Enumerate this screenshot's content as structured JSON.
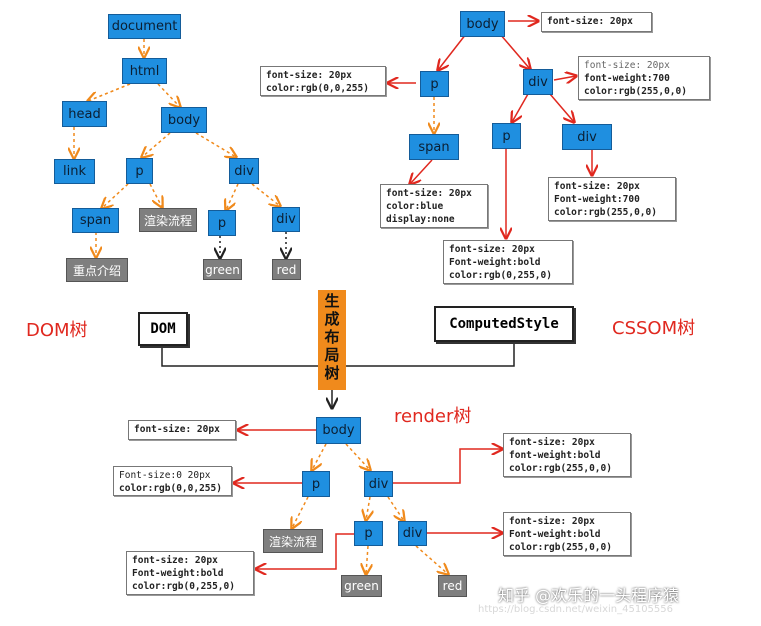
{
  "dom_tree": {
    "document": "document",
    "html": "html",
    "head": "head",
    "body": "body",
    "link": "link",
    "p": "p",
    "div": "div",
    "span": "span",
    "text_render": "渲染流程",
    "text_key": "重点介绍",
    "p2": "p",
    "div2": "div",
    "green": "green",
    "red": "red"
  },
  "cssom_tree": {
    "body": "body",
    "p": "p",
    "div": "div",
    "span": "span",
    "p2": "p",
    "div2": "div",
    "body_style": "font-size: 20px",
    "p_style": [
      "font-size: 20px",
      "color:rgb(0,0,255)"
    ],
    "div_style": [
      "font-size: 20px",
      "font-weight:700",
      "color:rgb(255,0,0)"
    ],
    "span_style": [
      "font-size: 20px",
      "color:blue",
      "display:none"
    ],
    "div2_style": [
      "font-size: 20px",
      "Font-weight:700",
      "color:rgb(255,0,0)"
    ],
    "p2_style": [
      "font-size: 20px",
      "Font-weight:bold",
      "color:rgb(0,255,0)"
    ]
  },
  "labels": {
    "dom_tree": "DOM树",
    "cssom_tree": "CSSOM树",
    "dom_box": "DOM",
    "computed_box": "ComputedStyle",
    "layout_tree": [
      "生",
      "成",
      "布",
      "局",
      "树"
    ],
    "render_tree": "render树"
  },
  "render_tree": {
    "body": "body",
    "p": "p",
    "div": "div",
    "p2": "p",
    "div2": "div",
    "text_render": "渲染流程",
    "green": "green",
    "red": "red",
    "body_style": "font-size: 20px",
    "p_style": [
      "Font-size:0 20px",
      "color:rgb(0,0,255)"
    ],
    "div_style": [
      "font-size: 20px",
      "font-weight:bold",
      "color:rgb(255,0,0)"
    ],
    "div2_style": [
      "font-size: 20px",
      "Font-weight:bold",
      "color:rgb(255,0,0)"
    ],
    "p2_style": [
      "font-size: 20px",
      "Font-weight:bold",
      "color:rgb(0,255,0)"
    ]
  },
  "watermark": {
    "main": "知乎 @欢乐的一头程序猿",
    "sub": "https://blog.csdn.net/weixin_45105556"
  },
  "colors": {
    "node": "#1f8fe0",
    "dom_edge": "#f08a1c",
    "css_edge": "#e0281f"
  }
}
